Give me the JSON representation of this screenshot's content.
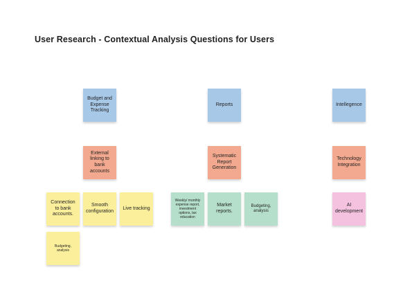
{
  "board": {
    "title": "User Research - Contextual Analysis Questions for Users"
  },
  "notes": {
    "budget_tracking": "Budget and Expense Tracking",
    "reports": "Reports",
    "intelligence": "Intellegence",
    "external_linking": "External linking to bank accounts",
    "systematic_reports": "Systematic Report Generation",
    "technology_integration": "Technology Integration",
    "connection_bank": "Connection to bank accounts.",
    "smooth_config": "Smooth configuration",
    "live_tracking": "Live tracking",
    "weekly_reports": "Weekly/ monthly expense report, investment options, tax education",
    "market_reports": "Market reports.",
    "budgeting_analysis_green": "Budgeting, analysis",
    "ai_development": "AI development",
    "budgeting_analysis_yellow": "Budgeting, analysis"
  },
  "colors": {
    "blue": "#a8c8e8",
    "orange": "#f3a98f",
    "yellow": "#fbef9c",
    "green": "#b6dfcb",
    "pink": "#f4c2de"
  }
}
